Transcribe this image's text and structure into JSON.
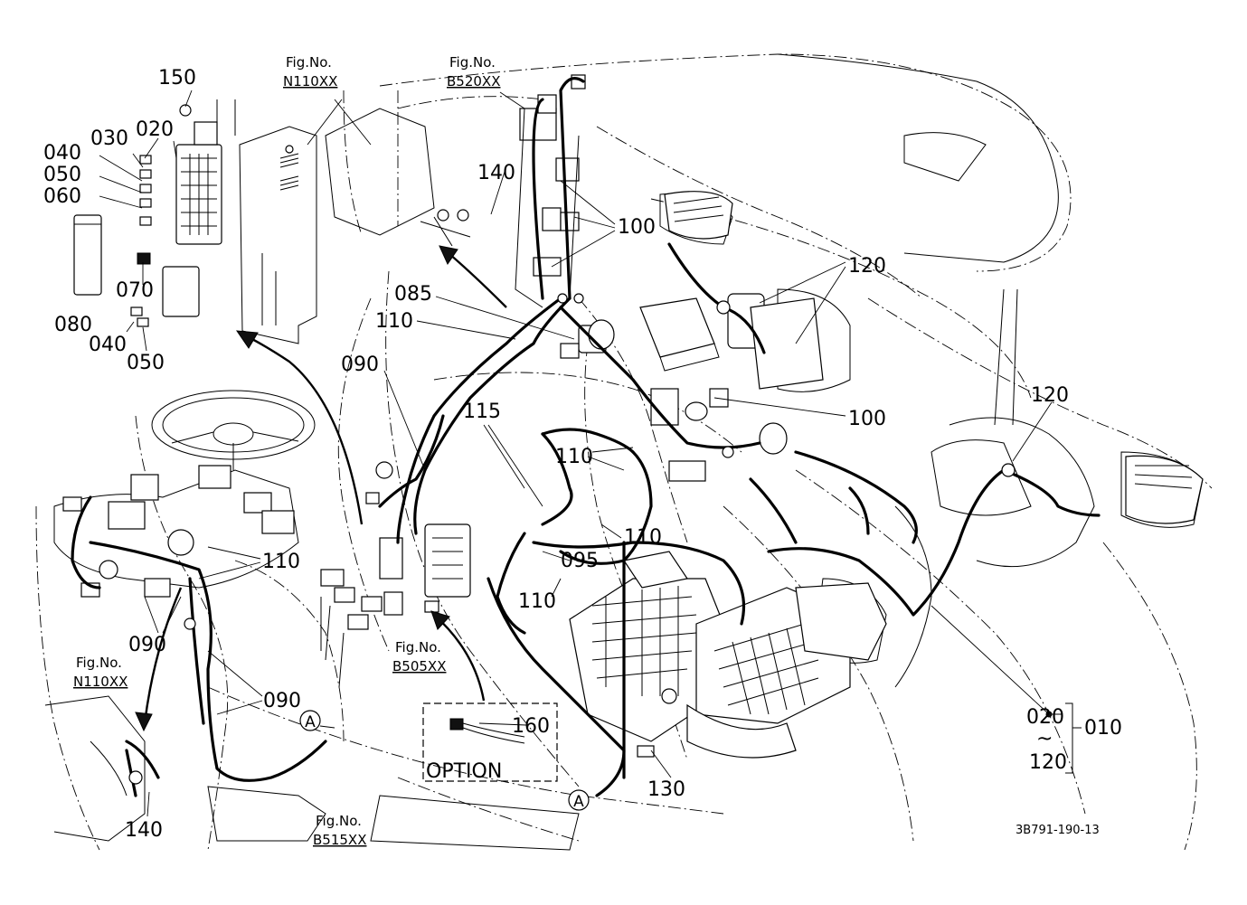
{
  "labels": {
    "l150": "150",
    "l020a": "020",
    "l030": "030",
    "l040a": "040",
    "l050a": "050",
    "l060": "060",
    "l080": "080",
    "l070": "070",
    "l040b": "040",
    "l050b": "050",
    "l085": "085",
    "l110a": "110",
    "l090a": "090",
    "l115": "115",
    "l110b": "110",
    "l110c": "110",
    "l095": "095",
    "l110d": "110",
    "l110e": "110",
    "l090b": "090",
    "l090c": "090",
    "l140a": "140",
    "l140b": "140",
    "l100a": "100",
    "l100b": "100",
    "l120a": "120",
    "l120b": "120",
    "l160": "160",
    "l130": "130",
    "l020b": "020",
    "l120c": "120",
    "l010": "010",
    "tilde": "~",
    "markA1": "A",
    "markA2": "A"
  },
  "figrefs": {
    "n110_top": {
      "title": "Fig.No.",
      "num": "N110XX"
    },
    "b520": {
      "title": "Fig.No.",
      "num": "B520XX"
    },
    "n110_left": {
      "title": "Fig.No.",
      "num": "N110XX"
    },
    "b505": {
      "title": "Fig.No.",
      "num": "B505XX"
    },
    "b515": {
      "title": "Fig.No.",
      "num": "B515XX"
    }
  },
  "option_label": "OPTION",
  "drawing_code": "3B791-190-13"
}
